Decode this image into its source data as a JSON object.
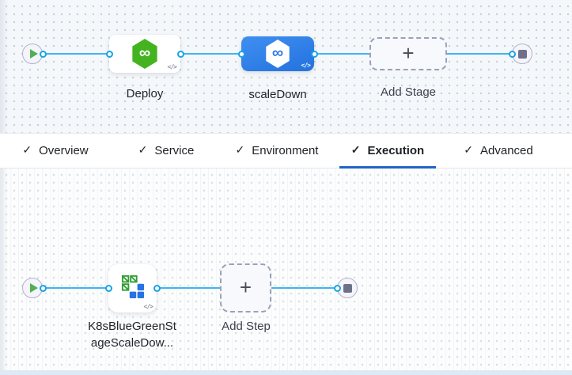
{
  "glyphs": {
    "plus": "+",
    "check": "✓",
    "infinity": "∞",
    "code": "</>"
  },
  "colors": {
    "connector_blue": "#41b5ee",
    "port_ring_blue": "#18a3e8",
    "selected_stage_blue": "#2e7fe4",
    "harness_green": "#43b420",
    "tab_underline_blue": "#2064c8",
    "k8s_icon_green": "#2f9e33",
    "k8s_icon_blue": "#2673e2",
    "canvas_top_bg": "#f5f8fb",
    "canvas_bottom_bg": "#fdfdfe"
  },
  "stage_pipeline": {
    "stages": [
      {
        "label": "Deploy",
        "selected": false
      },
      {
        "label": "scaleDown",
        "selected": true
      }
    ],
    "add_stage_label": "Add Stage"
  },
  "tabs": [
    {
      "label": "Overview",
      "checked": true,
      "selected": false
    },
    {
      "label": "Service",
      "checked": true,
      "selected": false
    },
    {
      "label": "Environment",
      "checked": true,
      "selected": false
    },
    {
      "label": "Execution",
      "checked": true,
      "selected": true
    },
    {
      "label": "Advanced",
      "checked": true,
      "selected": false
    }
  ],
  "execution": {
    "step_label_line1": "K8sBlueGreenSt",
    "step_label_line2": "ageScaleDow...",
    "add_step_label": "Add Step"
  }
}
